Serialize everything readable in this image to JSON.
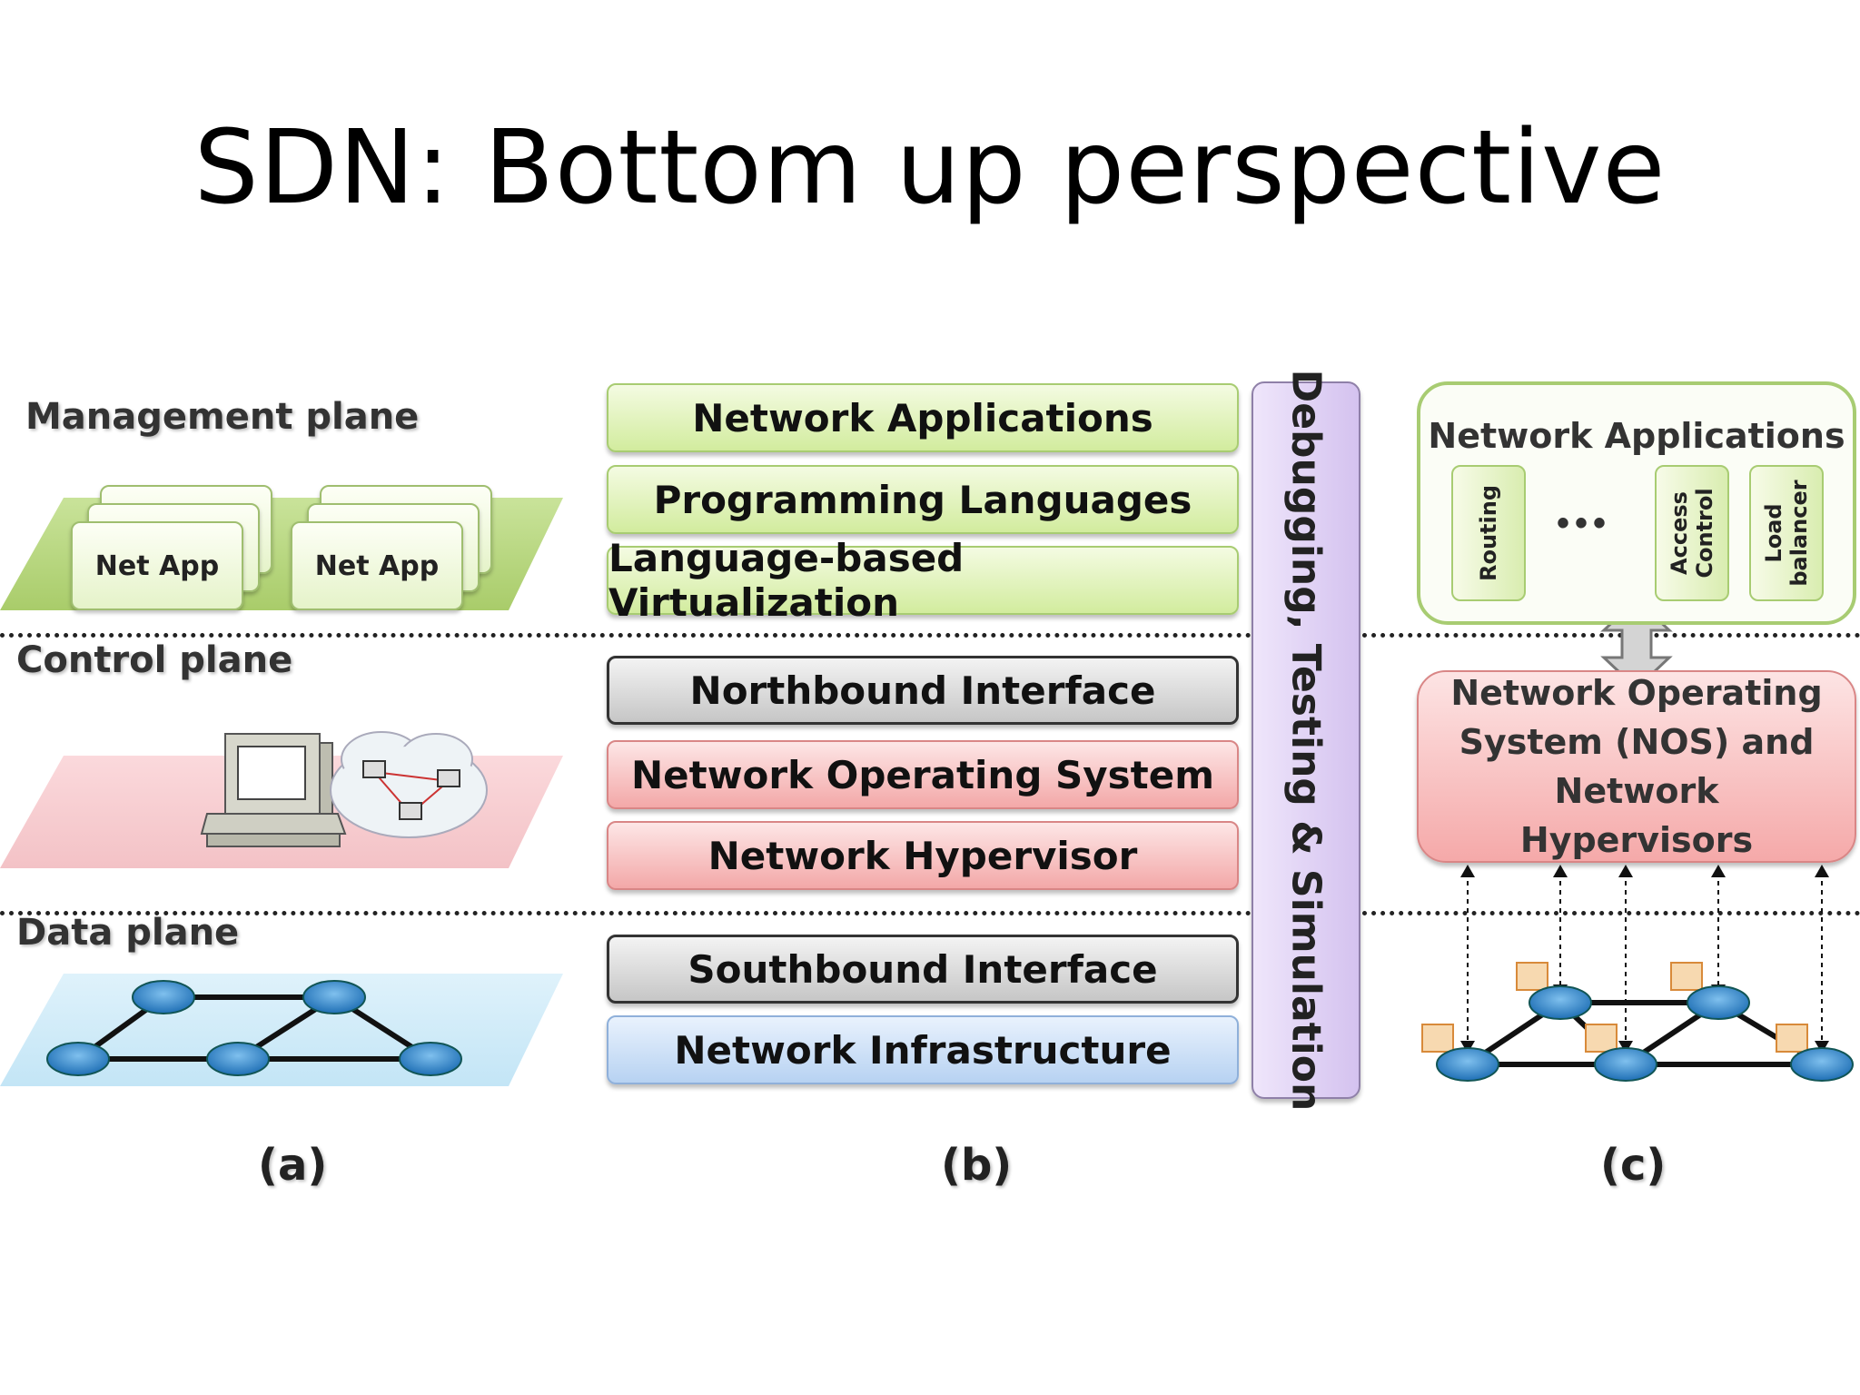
{
  "title": "SDN: Bottom up perspective",
  "panel_a": {
    "management_label": "Management plane",
    "control_label": "Control plane",
    "data_label": "Data plane",
    "net_app_1": "Net App",
    "net_app_2": "Net App",
    "caption": "(a)"
  },
  "panel_b": {
    "layers": [
      "Network Applications",
      "Programming Languages",
      "Language-based Virtualization",
      "Northbound Interface",
      "Network Operating System",
      "Network Hypervisor",
      "Southbound Interface",
      "Network Infrastructure"
    ],
    "side_bar": "Debugging, Testing & Simulation",
    "caption": "(b)"
  },
  "panel_c": {
    "apps_title": "Network Applications",
    "apps": [
      "Routing",
      "Access Control",
      "Load balancer"
    ],
    "ellipsis": "•••",
    "nos_text": "Network Operating System (NOS) and Network Hypervisors",
    "caption": "(c)"
  },
  "colors": {
    "green": "#d2ec9e",
    "pink": "#f3a8a8",
    "gray": "#c6c6c6",
    "blue": "#b7d2f2",
    "purple": "#d4c2ef",
    "router": "#3a86c8"
  }
}
